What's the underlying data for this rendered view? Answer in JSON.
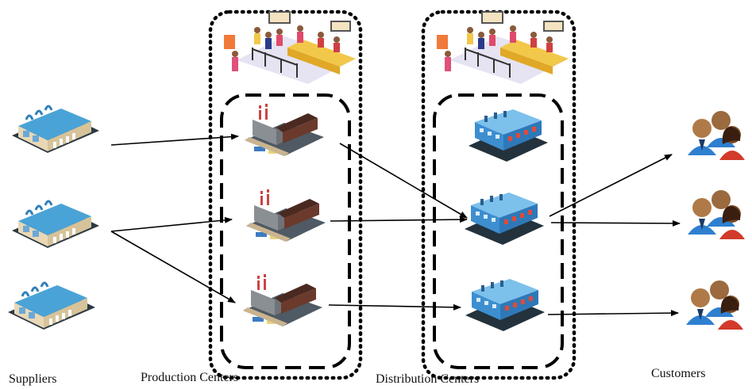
{
  "labels": {
    "suppliers": "Suppliers",
    "production": "Production Centers",
    "distribution": "Distribution Centers",
    "customers": "Customers"
  },
  "icons": {
    "supplier": "supplier-warehouse-icon",
    "production": "production-factory-icon",
    "distribution": "distribution-center-icon",
    "customer": "customer-group-icon",
    "service": "service-counter-illustration"
  },
  "colors": {
    "arrow": "#000000",
    "supplier_roof": "#4aa3d6",
    "factory_roof": "#5a4a3e",
    "dc_body": "#3d8fd0",
    "customer_shirt": "#2f7fd0",
    "customer_red": "#d23a2a"
  }
}
